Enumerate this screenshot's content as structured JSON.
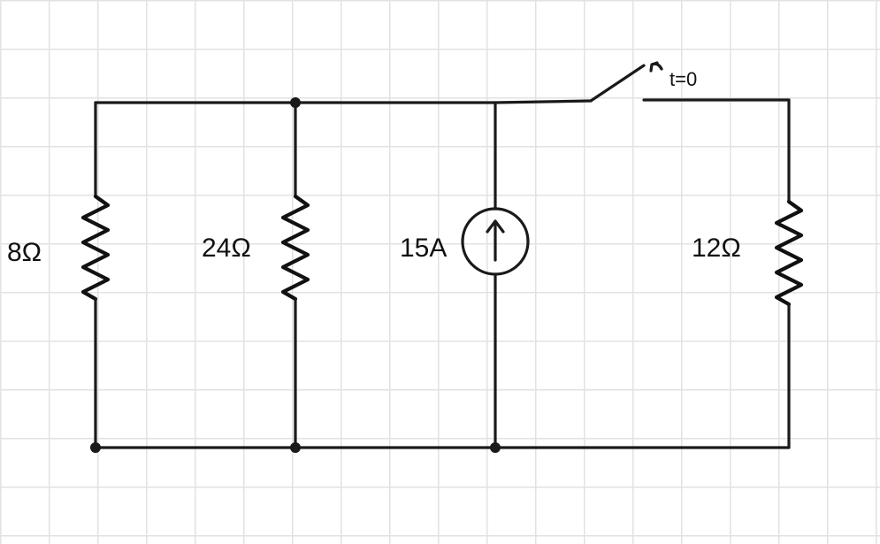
{
  "diagram": {
    "labels": {
      "r1": "8Ω",
      "r2": "24Ω",
      "source": "15A",
      "r3": "12Ω",
      "switch": "t=0"
    },
    "colors": {
      "ink": "#1a1a1a",
      "grid": "#e2e2e2",
      "background": "#ffffff"
    }
  }
}
